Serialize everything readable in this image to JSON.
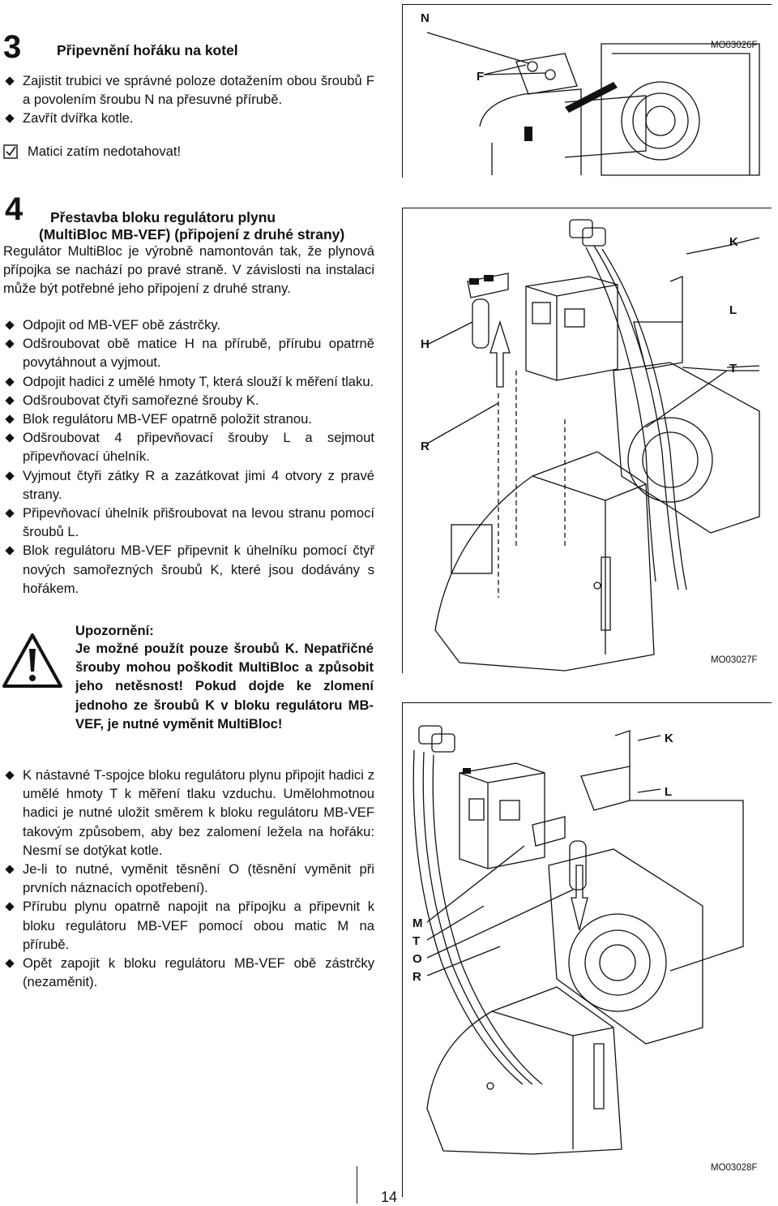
{
  "section3": {
    "number": "3",
    "title": "Připevnění hořáku na kotel",
    "bullets": [
      "Zajistit trubici ve správné poloze dotažením obou šroubů F a povolením šroubu N na přesuvné přírubě.",
      "Zavřít dvířka kotle."
    ],
    "check_note": "Matici zatím nedotahovat!",
    "checkbox_icon": "checkmark-box-icon"
  },
  "section4": {
    "number": "4",
    "title_line1": "Přestavba bloku regulátoru plynu",
    "title_line2": "(MultiBloc MB-VEF) (připojení z druhé strany)",
    "intro": "Regulátor MultiBloc je výrobně namontován tak, že plynová přípojka se nachází po pravé straně. V závislosti na instalaci může být potřebné jeho připojení z druhé strany.",
    "bullets": [
      "Odpojit od MB-VEF obě zástrčky.",
      "Odšroubovat obě matice H na přírubě, přírubu opatrně povytáhnout a vyjmout.",
      "Odpojit hadici z umělé hmoty T, která slouží k měření tlaku.",
      "Odšroubovat čtyři samořezné šrouby K.",
      "Blok regulátoru MB-VEF opatrně položit stranou.",
      "Odšroubovat 4 připevňovací šrouby L a sejmout připevňovací úhelník.",
      "Vyjmout čtyři zátky R a zazátkovat jimi 4 otvory z pravé strany.",
      "Připevňovací úhelník přišroubovat na levou stranu pomocí šroubů L.",
      "Blok regulátoru MB-VEF připevnit k úhelníku pomocí čtyř nových samořezných šroubů K, které jsou dodávány s hořákem."
    ]
  },
  "warning": {
    "icon": "warning-triangle-icon",
    "heading": "Upozornění:",
    "body": "Je možné použít pouze šroubů K. Nepatřičné šrouby mohou poškodit MultiBloc a způsobit jeho netěsnost! Pokud dojde ke zlomení jednoho ze šroubů K v bloku regulátoru MB-VEF, je nutné vyměnit MultiBloc!"
  },
  "section4_cont": {
    "bullets": [
      "K nástavné T-spojce bloku regulátoru plynu připojit hadici z umělé hmoty T k měření tlaku vzduchu. Umělohmotnou hadici je nutné uložit směrem k bloku regulátoru MB-VEF takovým způsobem, aby bez zalomení ležela na hořáku: Nesmí se dotýkat kotle.",
      "Je-li to nutné, vyměnit těsnění O (těsnění vyměnit při prvních náznacích opotřebení).",
      "Přírubu plynu opatrně napojit na přípojku a připevnit k bloku regulátoru MB-VEF pomocí obou matic M na přírubě.",
      "Opět zapojit k bloku regulátoru MB-VEF obě zástrčky (nezaměnit)."
    ]
  },
  "figures": {
    "fig1": {
      "id": "MO03026F",
      "labels": {
        "N": "N",
        "F": "F"
      }
    },
    "fig2": {
      "id": "MO03027F",
      "labels": {
        "K": "K",
        "L": "L",
        "T": "T",
        "H": "H",
        "R": "R"
      }
    },
    "fig3": {
      "id": "MO03028F",
      "labels": {
        "K": "K",
        "L": "L",
        "M": "M",
        "T": "T",
        "O": "O",
        "R": "R"
      }
    }
  },
  "page_number": "14"
}
